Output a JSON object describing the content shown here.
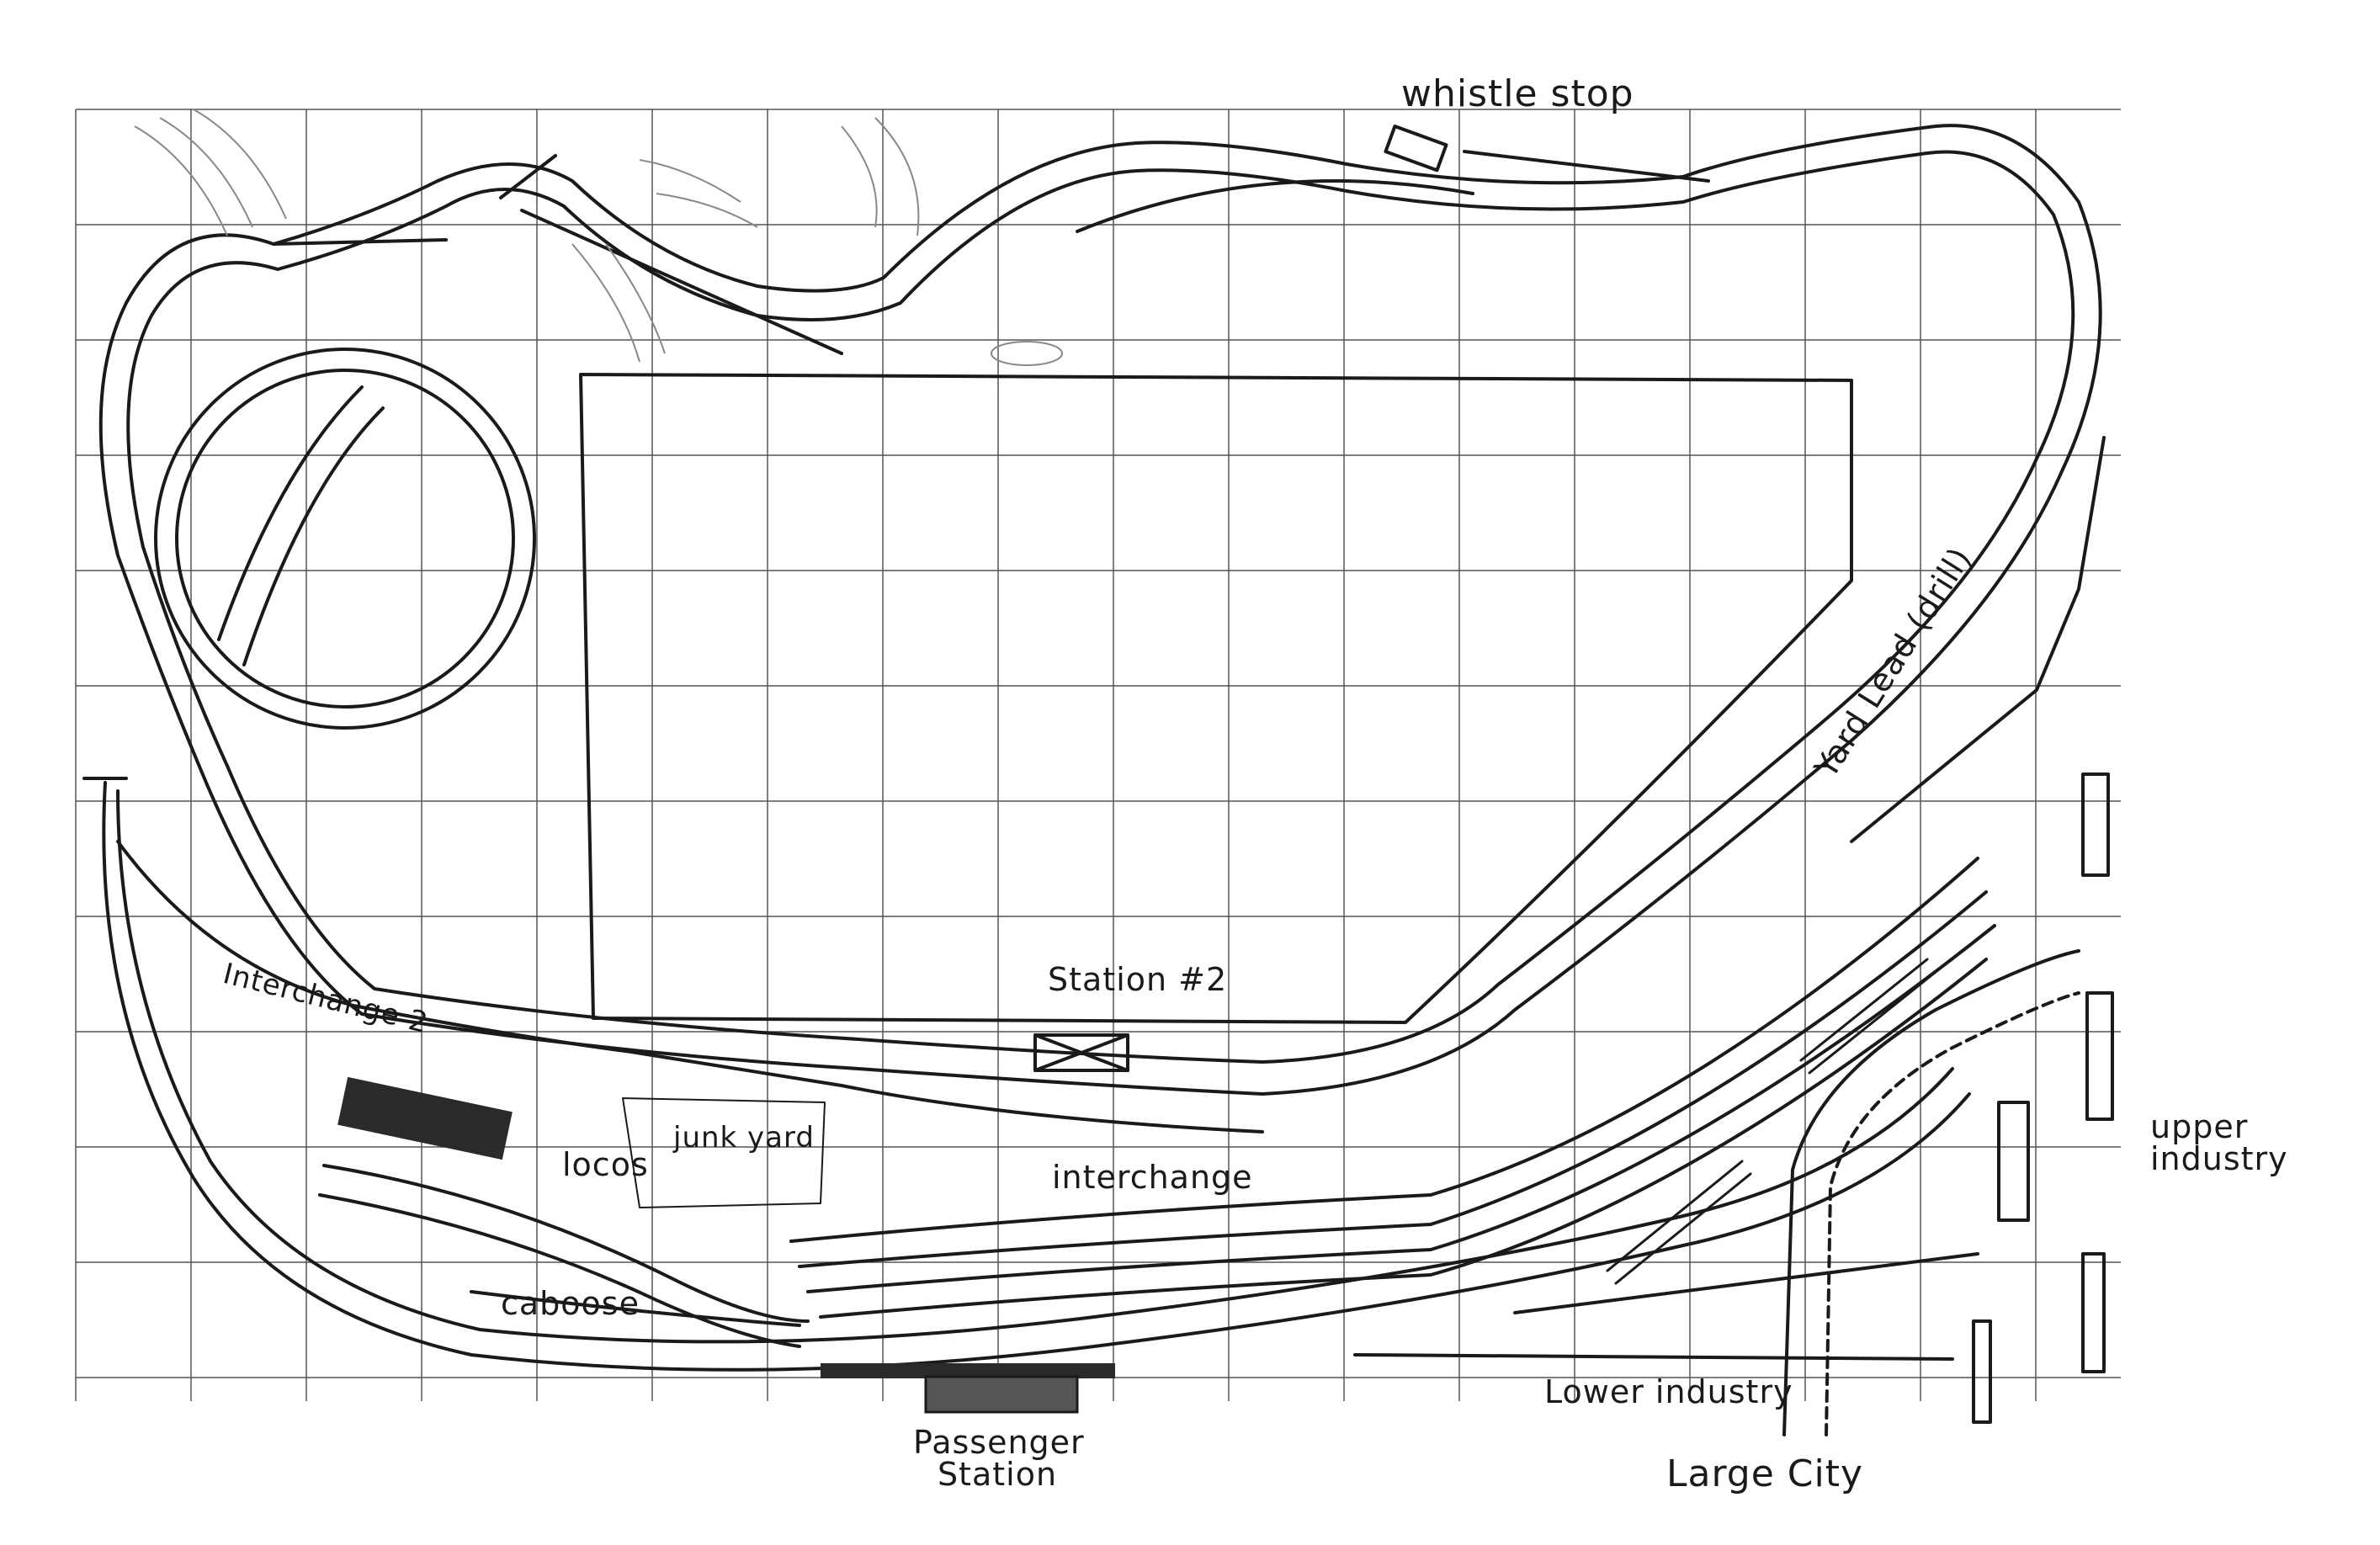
{
  "labels": {
    "whistle_stop": "whistle stop",
    "yard_lead": "Yard Lead (drill)",
    "station_2": "Station #2",
    "interchange_2": "Interchange 2",
    "locos": "locos",
    "junk_yard": "junk yard",
    "interchange": "interchange",
    "caboose": "caboose",
    "passenger_station": "Passenger Station",
    "lower_industry": "Lower industry",
    "large_city": "Large City",
    "upper_industry": "upper industry"
  },
  "colors": {
    "ink": "#1a1a1a",
    "grid": "#555555",
    "paper": "#ffffff"
  }
}
